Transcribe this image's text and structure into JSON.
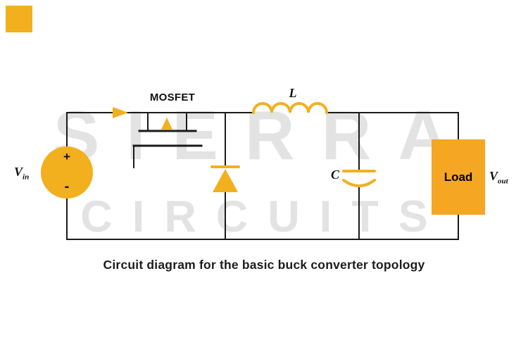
{
  "page": {
    "caption": "Circuit diagram for the basic buck converter topology"
  },
  "watermark": {
    "line1": "SIERRA",
    "line2": "CIRCUITS"
  },
  "labels": {
    "mosfet": "MOSFET",
    "inductor": "L",
    "capacitor": "C",
    "load": "Load",
    "vin_symbol": "V",
    "vin_sub": "in",
    "vout_symbol": "V",
    "vout_sub": "out",
    "source_plus": "+",
    "source_minus": "-"
  },
  "colors": {
    "accent_yellow": "#F2B01E",
    "load_orange": "#F5A623",
    "wire_black": "#1a1a1a",
    "watermark_gray": "#e3e3e3"
  }
}
